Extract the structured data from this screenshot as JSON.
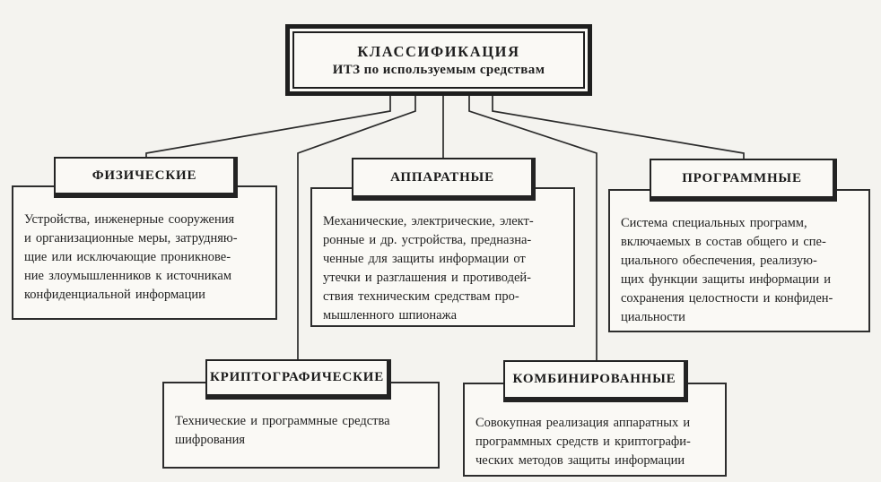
{
  "root_box": {
    "line1": "КЛАССИФИКАЦИЯ",
    "line2": "ИТЗ по используемым средствам"
  },
  "nodes": {
    "physical": {
      "label": "ФИЗИЧЕСКИЕ",
      "description": "Устройства, инженерные сооружения\nи организационные меры, затрудняю-\nщие или исключающие проникнове-\nние злоумышленников к источникам\nконфиденциальной информации"
    },
    "hardware": {
      "label": "АППАРАТНЫЕ",
      "description": "Механические, электрические, элект-\nронные и др. устройства, предназна-\nченные для защиты информации от\nутечки и разглашения и противодей-\nствия техническим средствам про-\nмышленного шпионажа"
    },
    "software": {
      "label": "ПРОГРАММНЫЕ",
      "description": "Система специальных программ,\nвключаемых в состав общего и спе-\nциального обеспечения, реализую-\nщих функции защиты информации и\nсохранения целостности и конфиден-\nциальности"
    },
    "cryptographic": {
      "label": "КРИПТОГРАФИЧЕСКИЕ",
      "description": "Технические и программные средства\nшифрования"
    },
    "combined": {
      "label": "КОМБИНИРОВАННЫЕ",
      "description": "Совокупная реализация аппаратных и\nпрограммных средств и криптографи-\nческих методов защиты информации"
    }
  },
  "colors": {
    "line": "#2b2b2b",
    "box_border": "#262626",
    "box_bg": "#faf9f5",
    "page_bg": "#f4f3ef",
    "text": "#1f1f1f"
  }
}
